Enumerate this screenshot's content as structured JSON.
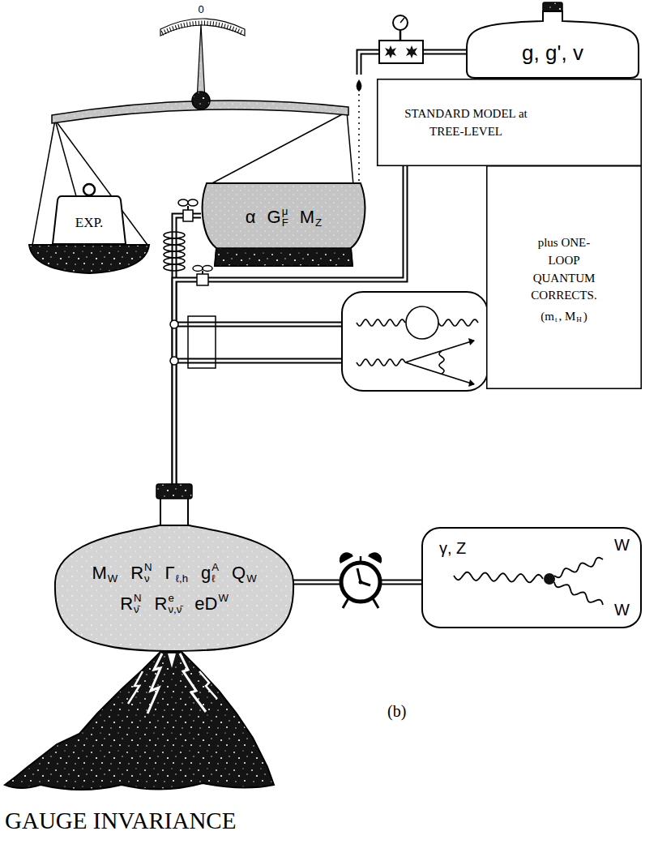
{
  "diagram": {
    "nodes": [
      {
        "text": [
          "EXP."
        ]
      },
      {
        "text": [
          "α",
          "G",
          "μ",
          "F",
          "M",
          "Z"
        ]
      },
      {
        "text": [
          "g, g', v"
        ]
      },
      {
        "text": [
          "STANDARD MODEL at TREE-LEVEL"
        ]
      },
      {
        "text": [
          "plus ONE-LOOP QUANTUM CORRECTS.",
          "(m",
          "t",
          ", M",
          "H",
          ")"
        ]
      },
      {
        "text": [
          "M",
          "W",
          "R",
          "N",
          "ν",
          "Γ",
          "ℓ,h",
          "g",
          "A",
          "ℓ",
          "Q",
          "W",
          "R",
          "N",
          "ν̄",
          "R",
          "e",
          "ν,ν̄",
          "eD",
          "W"
        ]
      },
      {
        "text": [
          "γ, Z",
          "W",
          "W"
        ]
      }
    ],
    "edges": [
      {
        "from": 2,
        "to": 1,
        "arrow": "none"
      },
      {
        "from": 5,
        "to": 1,
        "arrow": "none"
      },
      {
        "from": 3,
        "to": 5,
        "arrow": "none"
      },
      {
        "from": 5,
        "to": 6,
        "arrow": "none"
      }
    ],
    "labels": [
      "0",
      "(b)",
      "GAUGE INVARIANCE"
    ]
  }
}
